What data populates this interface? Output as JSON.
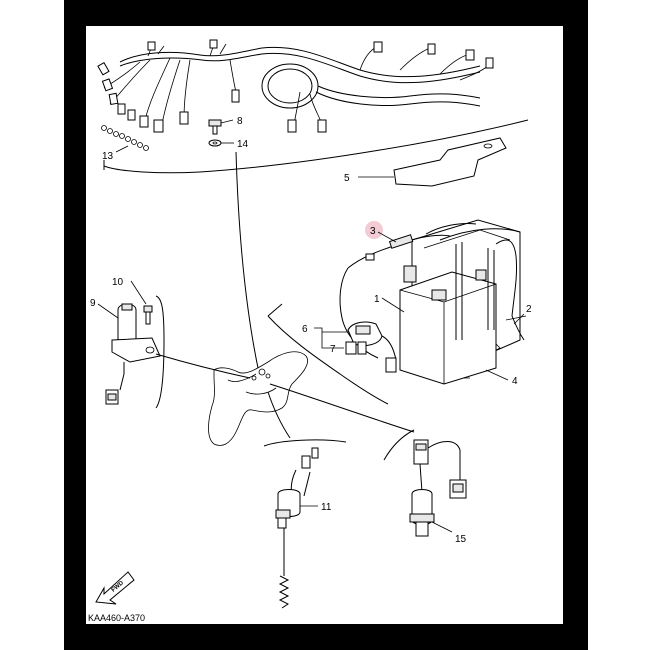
{
  "diagram": {
    "parts": [
      {
        "number": "1"
      },
      {
        "number": "2"
      },
      {
        "number": "3"
      },
      {
        "number": "4"
      },
      {
        "number": "5"
      },
      {
        "number": "6"
      },
      {
        "number": "7"
      },
      {
        "number": "8"
      },
      {
        "number": "9"
      },
      {
        "number": "10"
      },
      {
        "number": "11"
      },
      {
        "number": "13"
      },
      {
        "number": "14"
      },
      {
        "number": "15"
      }
    ],
    "forward_arrow_label": "FWD",
    "drawing_code": "KAA460-A370",
    "highlight_color": "#e8a0b0",
    "frame_color": "#000000"
  }
}
